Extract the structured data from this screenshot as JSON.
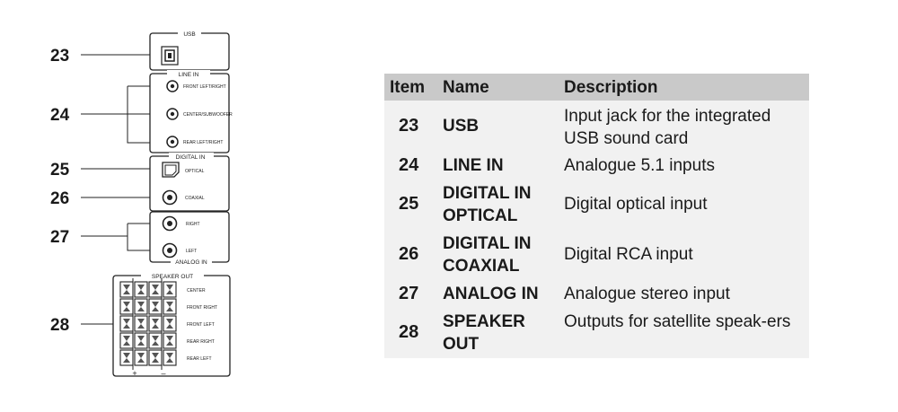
{
  "diagram": {
    "callouts": [
      "23",
      "24",
      "25",
      "26",
      "27",
      "28"
    ],
    "panel_labels": {
      "usb": "USB",
      "line_in": "LINE IN",
      "digital_in": "DIGITAL IN",
      "analog_in": "ANALOG IN",
      "speaker_out": "SPEAKER OUT"
    },
    "port_labels": {
      "front": "FRONT LEFT/RIGHT",
      "center_sub": "CENTER/SUBWOOFER",
      "rear": "REAR LEFT/RIGHT",
      "optical": "OPTICAL",
      "coaxial": "COAXIAL",
      "right": "RIGHT",
      "left": "LEFT"
    },
    "speaker_labels": [
      "CENTER",
      "FRONT RIGHT",
      "FRONT LEFT",
      "REAR RIGHT",
      "REAR LEFT"
    ],
    "polarity": {
      "plus": "+",
      "minus": "–"
    }
  },
  "table": {
    "headers": {
      "item": "Item",
      "name": "Name",
      "description": "Description"
    },
    "rows": [
      {
        "item": "23",
        "name": "USB",
        "description": "Input jack for the integrated USB sound card"
      },
      {
        "item": "24",
        "name": "LINE IN",
        "description": "Analogue 5.1 inputs"
      },
      {
        "item": "25",
        "name": "DIGITAL IN OPTICAL",
        "description": "Digital optical input"
      },
      {
        "item": "26",
        "name": "DIGITAL IN COAXIAL",
        "description": "Digital RCA input"
      },
      {
        "item": "27",
        "name": "ANALOG IN",
        "description": "Analogue stereo input"
      },
      {
        "item": "28",
        "name": "SPEAKER OUT",
        "description": "Outputs for satellite speak-ers"
      }
    ]
  }
}
